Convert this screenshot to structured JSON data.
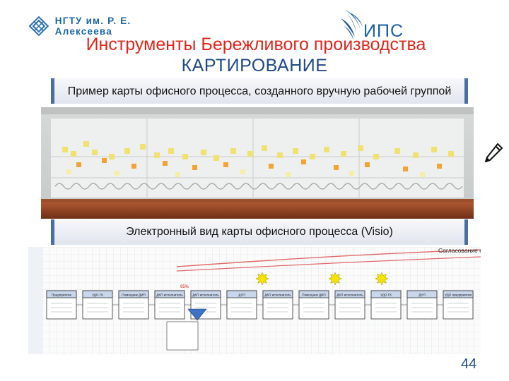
{
  "header": {
    "university_name": "НГТУ им. Р. Е. Алексеева",
    "institute_logo_text": "ИПС"
  },
  "title": {
    "line1": "Инструменты Бережливого производства",
    "line2": "КАРТИРОВАНИЕ"
  },
  "banner_top": {
    "text": "Пример карты офисного процесса, созданного вручную рабочей группой"
  },
  "banner_bottom": {
    "text": "Электронный вид карты офисного процесса (Visio)"
  },
  "visio_map": {
    "top_label": "Согласование с",
    "percent_label": "95%",
    "boxes": [
      "Предприятие",
      "УДО ГК",
      "Помощник ДИП",
      "ДКП исполнитель",
      "ДКП исполнитель",
      "ДУП",
      "ДКП исполнитель",
      "Помощник ДИП",
      "ДКП исполнитель",
      "УДО ГК",
      "ДУП",
      "УДО предприятия"
    ]
  },
  "page_number": "44",
  "colors": {
    "title_red": "#e0261b",
    "title_blue": "#1e4a86",
    "banner_border": "#4a6da3"
  }
}
